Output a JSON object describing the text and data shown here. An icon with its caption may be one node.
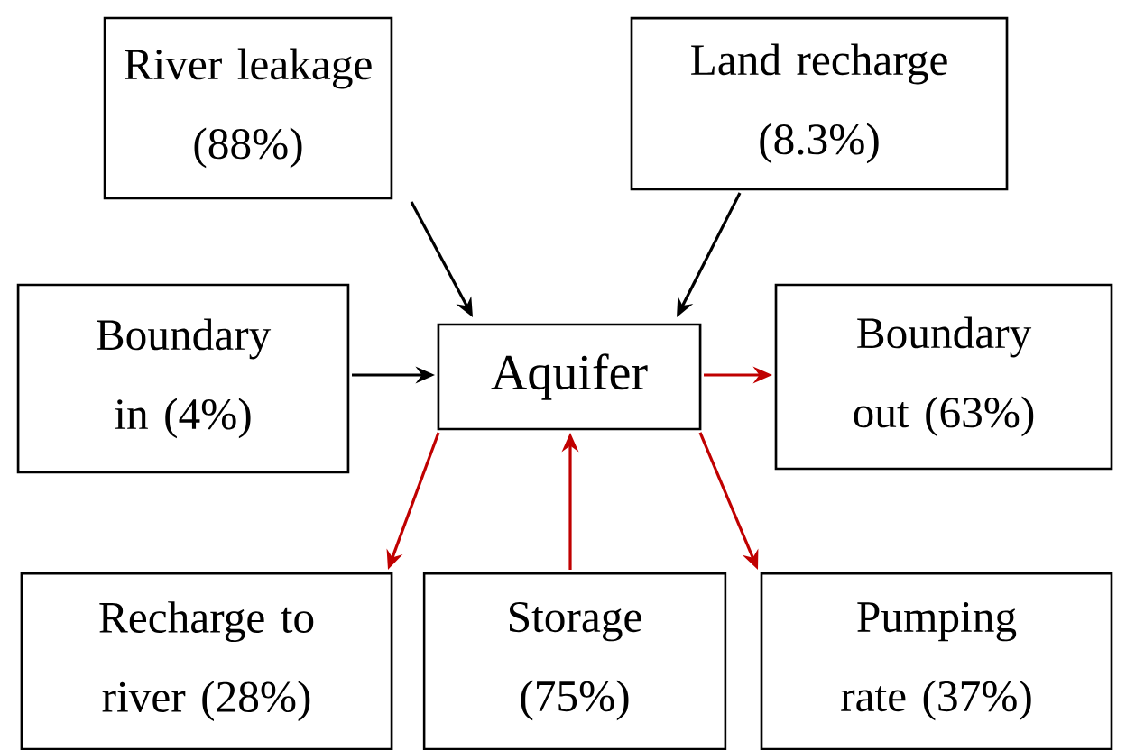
{
  "diagram": {
    "nodes": [
      {
        "text": [
          "River leakage (88%)"
        ]
      },
      {
        "text": [
          "Land recharge (8.3%)"
        ]
      },
      {
        "text": [
          "Boundary in (4%)"
        ]
      },
      {
        "text": [
          "Aquifer"
        ]
      },
      {
        "text": [
          "Boundary out (63%)"
        ]
      },
      {
        "text": [
          "Recharge to river (28%)"
        ]
      },
      {
        "text": [
          "Storage (75%)"
        ]
      },
      {
        "text": [
          "Pumping rate (37%)"
        ]
      }
    ],
    "edges": [
      {
        "from": 0,
        "to": 3,
        "arrow": "to",
        "color": "#000000"
      },
      {
        "from": 1,
        "to": 3,
        "arrow": "to",
        "color": "#000000"
      },
      {
        "from": 2,
        "to": 3,
        "arrow": "to",
        "color": "#000000"
      },
      {
        "from": 3,
        "to": 4,
        "arrow": "to"
      },
      {
        "from": 3,
        "to": 5,
        "arrow": "to"
      },
      {
        "from": 6,
        "to": 3,
        "arrow": "to"
      },
      {
        "from": 3,
        "to": 7,
        "arrow": "to"
      }
    ]
  }
}
